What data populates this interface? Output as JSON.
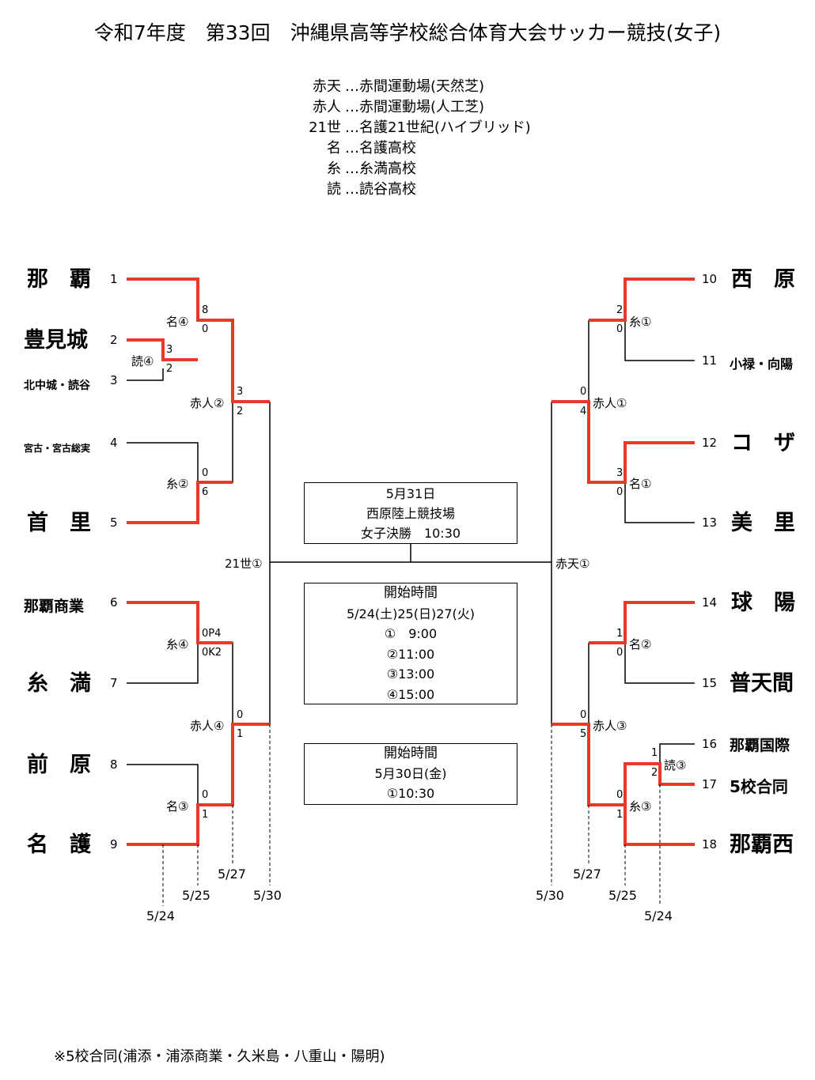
{
  "title": "令和7年度　第33回　沖縄県高等学校総合体育大会サッカー競技(女子)",
  "legend": [
    {
      "code": "赤天",
      "desc": "…赤間運動場(天然芝)"
    },
    {
      "code": "赤人",
      "desc": "…赤間運動場(人工芝)"
    },
    {
      "code": "21世",
      "desc": "…名護21世紀(ハイブリッド)"
    },
    {
      "code": "名",
      "desc": "…名護高校"
    },
    {
      "code": "糸",
      "desc": "…糸満高校"
    },
    {
      "code": "読",
      "desc": "…読谷高校"
    }
  ],
  "teams_left": [
    {
      "seed": "1",
      "name": "那　覇"
    },
    {
      "seed": "2",
      "name": "豊見城"
    },
    {
      "seed": "3",
      "name": "北中城・読谷"
    },
    {
      "seed": "4",
      "name": "宮古・宮古総実"
    },
    {
      "seed": "5",
      "name": "首　里"
    },
    {
      "seed": "6",
      "name": "那覇商業"
    },
    {
      "seed": "7",
      "name": "糸　満"
    },
    {
      "seed": "8",
      "name": "前　原"
    },
    {
      "seed": "9",
      "name": "名　護"
    }
  ],
  "teams_right": [
    {
      "seed": "10",
      "name": "西　原"
    },
    {
      "seed": "11",
      "name": "小禄・向陽"
    },
    {
      "seed": "12",
      "name": "コ　ザ"
    },
    {
      "seed": "13",
      "name": "美　里"
    },
    {
      "seed": "14",
      "name": "球　陽"
    },
    {
      "seed": "15",
      "name": "普天間"
    },
    {
      "seed": "16",
      "name": "那覇国際"
    },
    {
      "seed": "17",
      "name": "5校合同"
    },
    {
      "seed": "18",
      "name": "那覇西"
    }
  ],
  "matches": {
    "n4": "名④",
    "y4": "読④",
    "a2": "赤人②",
    "i2": "糸②",
    "c21": "21世①",
    "i4": "糸④",
    "a4": "赤人④",
    "n3": "名③",
    "i1": "糸①",
    "a1": "赤人①",
    "n1": "名①",
    "at1": "赤天①",
    "n2": "名②",
    "a3": "赤人③",
    "y3": "読③",
    "i3": "糸③"
  },
  "scores": {
    "n4_top": "8",
    "n4_bot": "0",
    "y4_top": "3",
    "y4_bot": "2",
    "a2_top": "3",
    "a2_bot": "2",
    "i2_top": "0",
    "i2_bot": "6",
    "i4_top": "0P4",
    "i4_bot": "0K2",
    "a4_top": "0",
    "a4_bot": "1",
    "n3_top": "0",
    "n3_bot": "1",
    "i1_top": "2",
    "i1_bot": "0",
    "a1_top": "0",
    "a1_bot": "4",
    "n1_top": "3",
    "n1_bot": "0",
    "n2_top": "1",
    "n2_bot": "0",
    "a3_top": "0",
    "a3_bot": "5",
    "y3_top": "1",
    "y3_bot": "2",
    "i3_top": "0",
    "i3_bot": "1"
  },
  "dates": {
    "l527": "5/27",
    "l525": "5/25",
    "l530": "5/30",
    "l524": "5/24",
    "r527": "5/27",
    "r530": "5/30",
    "r525": "5/25",
    "r524": "5/24"
  },
  "final_box": [
    "5月31日",
    "西原陸上競技場",
    "女子決勝　10:30"
  ],
  "start_box1": [
    "開始時間",
    "5/24(土)25(日)27(火)",
    "①　9:00",
    "②11:00",
    "③13:00",
    "④15:00"
  ],
  "start_box2": [
    "開始時間",
    "5月30日(金)",
    "①10:30"
  ],
  "footnote": "※5校合同(浦添・浦添商業・久米島・八重山・陽明)",
  "colors": {
    "winner_line": "#e8382c",
    "line": "#000000"
  }
}
